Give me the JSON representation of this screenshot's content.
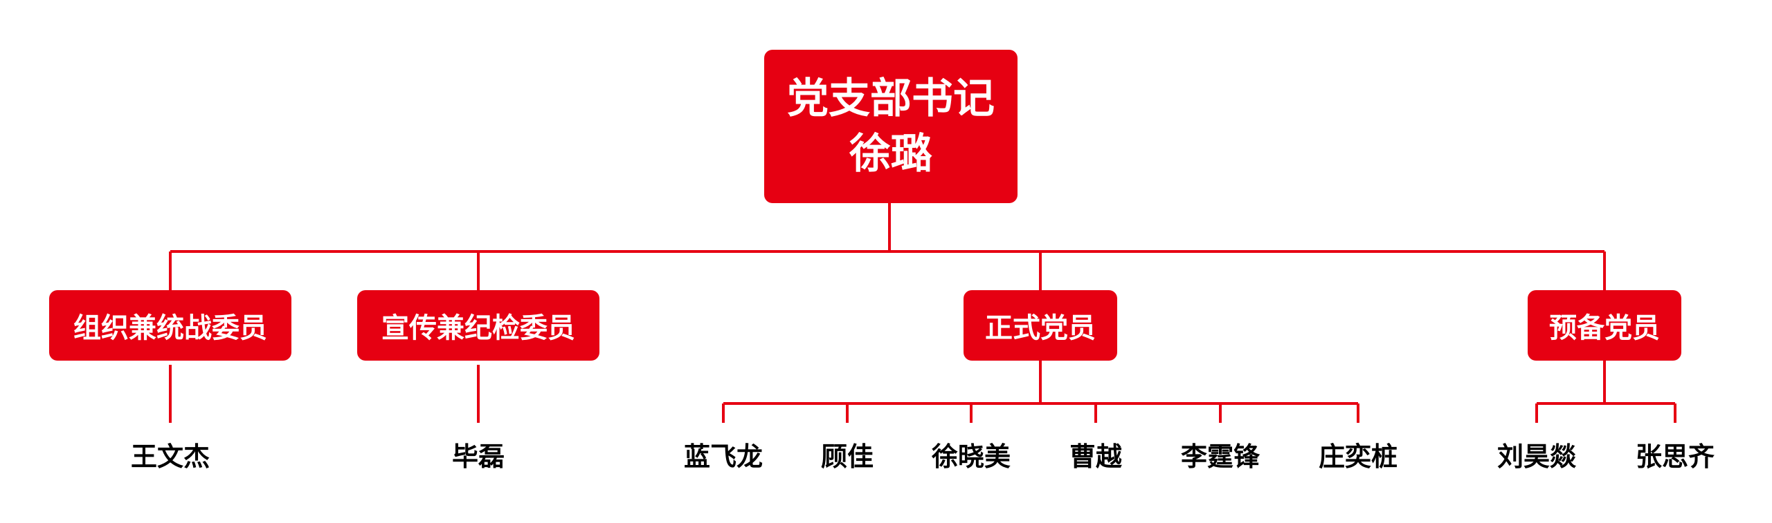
{
  "root": {
    "title": "党支部书记",
    "name": "徐璐"
  },
  "groups": [
    {
      "label": "组织兼统战委员",
      "members": [
        "王文杰"
      ]
    },
    {
      "label": "宣传兼纪检委员",
      "members": [
        "毕磊"
      ]
    },
    {
      "label": "正式党员",
      "members": [
        "蓝飞龙",
        "顾佳",
        "徐晓美",
        "曹越",
        "李霆锋",
        "庄奕桩"
      ]
    },
    {
      "label": "预备党员",
      "members": [
        "刘昊燚",
        "张思齐"
      ]
    }
  ],
  "colors": {
    "box": "#e60012",
    "line": "#e60012",
    "box_text": "#ffffff",
    "member_text": "#000000"
  }
}
